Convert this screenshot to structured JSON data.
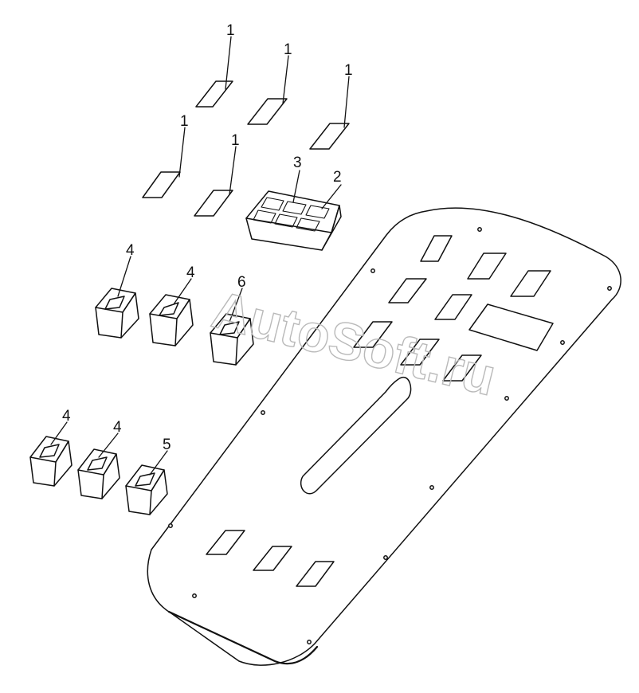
{
  "diagram": {
    "watermark": "AutoSoft.ru",
    "callouts": [
      {
        "id": "c1a",
        "label": "1"
      },
      {
        "id": "c1b",
        "label": "1"
      },
      {
        "id": "c1c",
        "label": "1"
      },
      {
        "id": "c1d",
        "label": "1"
      },
      {
        "id": "c1e",
        "label": "1"
      },
      {
        "id": "c2",
        "label": "2"
      },
      {
        "id": "c3",
        "label": "3"
      },
      {
        "id": "c4a",
        "label": "4"
      },
      {
        "id": "c4b",
        "label": "4"
      },
      {
        "id": "c6",
        "label": "6"
      },
      {
        "id": "c4c",
        "label": "4"
      },
      {
        "id": "c4d",
        "label": "4"
      },
      {
        "id": "c5",
        "label": "5"
      }
    ]
  },
  "colors": {
    "line": "#111111",
    "watermark": "#b9b9b9",
    "background": "#ffffff"
  }
}
